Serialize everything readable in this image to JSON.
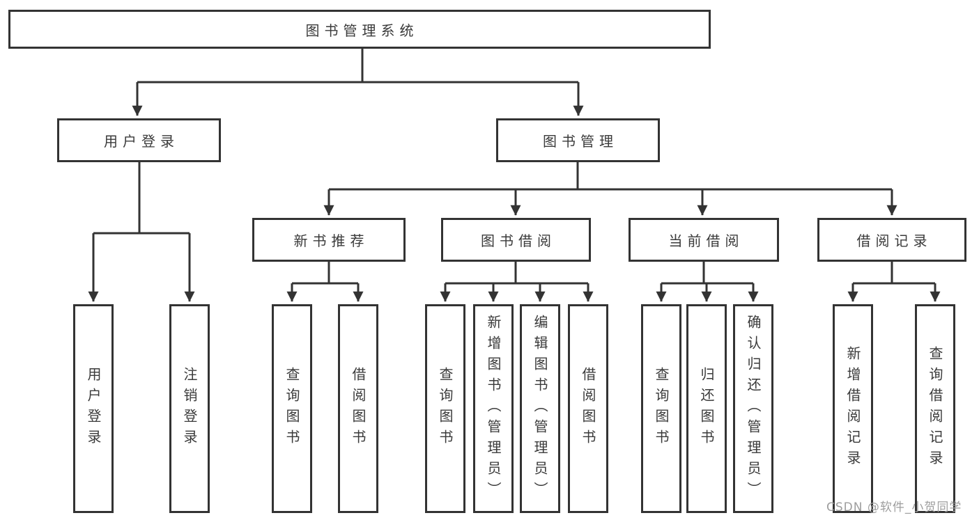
{
  "tree": {
    "label": "图书管理系统",
    "children": [
      {
        "label": "用户登录",
        "children": [
          {
            "label": "用户登录"
          },
          {
            "label": "注销登录"
          }
        ]
      },
      {
        "label": "图书管理",
        "children": [
          {
            "label": "新书推荐",
            "children": [
              {
                "label": "查询图书"
              },
              {
                "label": "借阅图书"
              }
            ]
          },
          {
            "label": "图书借阅",
            "children": [
              {
                "label": "查询图书"
              },
              {
                "label": "新增图书（管理员）"
              },
              {
                "label": "编辑图书（管理员）"
              },
              {
                "label": "借阅图书"
              }
            ]
          },
          {
            "label": "当前借阅",
            "children": [
              {
                "label": "查询图书"
              },
              {
                "label": "归还图书"
              },
              {
                "label": "确认归还（管理员）"
              }
            ]
          },
          {
            "label": "借阅记录",
            "children": [
              {
                "label": "新增借阅记录"
              },
              {
                "label": "查询借阅记录"
              }
            ]
          }
        ]
      }
    ]
  },
  "watermark": {
    "text": "CSDN @软件_小贺同学"
  },
  "colors": {
    "line": "#333333",
    "box_border": "#333333",
    "text": "#3a3a3a",
    "watermark": "#9e9e9e",
    "background": "#ffffff"
  }
}
